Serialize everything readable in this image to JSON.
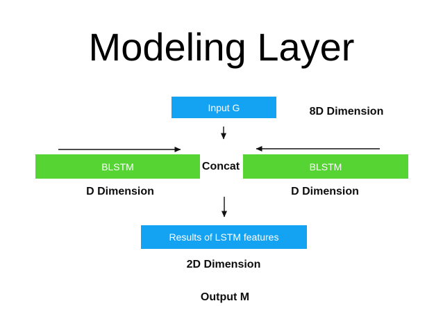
{
  "slide": {
    "title": "Modeling Layer"
  },
  "colors": {
    "box_blue": "#14a2f3",
    "box_green": "#55d434",
    "line": "#111111",
    "text": "#000000",
    "box_text": "#ffffff"
  },
  "nodes": {
    "input": {
      "label": "Input G"
    },
    "blstm_left": {
      "label": "BLSTM"
    },
    "blstm_right": {
      "label": "BLSTM"
    },
    "results": {
      "label": "Results of LSTM features"
    }
  },
  "labels": {
    "dimension_8d": "8D Dimension",
    "concat": "Concat",
    "dimension_d_left": "D Dimension",
    "dimension_d_right": "D Dimension",
    "dimension_2d": "2D Dimension",
    "output_m": "Output M"
  }
}
